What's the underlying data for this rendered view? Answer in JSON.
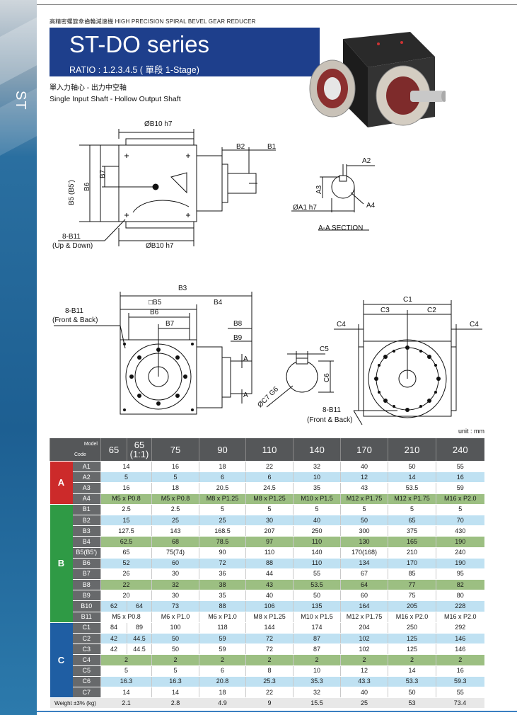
{
  "header": {
    "subtitle": "高精密螺旋傘齒輪減速機 HIGH PRECISION SPIRAL BEVEL GEAR REDUCER",
    "title": "ST-DO series",
    "ratio": "RATIO : 1.2.3.4.5 ( 單段 1-Stage)",
    "side_tab": "ST"
  },
  "description": {
    "zh": "單入力軸心 - 出力中空軸",
    "en": "Single Input Shaft - Hollow Output Shaft"
  },
  "drawing_labels": {
    "b10_top": "ØB10 h7",
    "b10_bottom": "ØB10 h7",
    "b2": "B2",
    "b1": "B1",
    "b7": "B7",
    "b6": "B6",
    "b5b5": "B5 (B5')",
    "b11_updown": "8-B11",
    "b11_updown_note": "(Up & Down)",
    "a2": "A2",
    "a3": "A3",
    "a1": "ØA1 h7",
    "a4": "A4",
    "aa_section": "A-A SECTION",
    "b3": "B3",
    "b5sq": "□B5",
    "b4": "B4",
    "b6b": "B6",
    "b7b": "B7",
    "b8": "B8",
    "b9": "B9",
    "b11_fb": "8-B11",
    "b11_fb_note": "(Front & Back)",
    "c5": "C5",
    "c6": "C6",
    "c7": "ØC7 G6",
    "c1": "C1",
    "c3": "C3",
    "c2": "C2",
    "c4l": "C4",
    "c4r": "C4",
    "b11_fb2": "8-B11",
    "b11_fb2_note": "(Front & Back)",
    "a_mark1": "A",
    "a_mark2": "A"
  },
  "unit": "unit : mm",
  "table": {
    "code_label_model": "Model",
    "code_label_code": "Code",
    "models": [
      "65",
      "65 (1:1)",
      "75",
      "90",
      "110",
      "140",
      "170",
      "210",
      "240"
    ],
    "groups": [
      {
        "name": "A",
        "rows": [
          {
            "code": "A1",
            "merged": "14",
            "vals": [
              "16",
              "18",
              "22",
              "32",
              "40",
              "50",
              "55"
            ]
          },
          {
            "code": "A2",
            "merged": "5",
            "vals": [
              "5",
              "6",
              "6",
              "10",
              "12",
              "14",
              "16"
            ]
          },
          {
            "code": "A3",
            "merged": "16",
            "vals": [
              "18",
              "20.5",
              "24.5",
              "35",
              "43",
              "53.5",
              "59"
            ]
          },
          {
            "code": "A4",
            "merged": "M5 x P0.8",
            "vals": [
              "M5 x P0.8",
              "M8 x P1.25",
              "M8 x P1.25",
              "M10 x P1.5",
              "M12 x P1.75",
              "M12 x P1.75",
              "M16 x P2.0"
            ]
          }
        ]
      },
      {
        "name": "B",
        "rows": [
          {
            "code": "B1",
            "merged": "2.5",
            "vals": [
              "2.5",
              "5",
              "5",
              "5",
              "5",
              "5",
              "5"
            ]
          },
          {
            "code": "B2",
            "merged": "15",
            "vals": [
              "25",
              "25",
              "30",
              "40",
              "50",
              "65",
              "70"
            ]
          },
          {
            "code": "B3",
            "merged": "127.5",
            "vals": [
              "143",
              "168.5",
              "207",
              "250",
              "300",
              "375",
              "430"
            ]
          },
          {
            "code": "B4",
            "merged": "62.5",
            "vals": [
              "68",
              "78.5",
              "97",
              "110",
              "130",
              "165",
              "190"
            ]
          },
          {
            "code": "B5(B5')",
            "merged": "65",
            "vals": [
              "75(74)",
              "90",
              "110",
              "140",
              "170(168)",
              "210",
              "240"
            ]
          },
          {
            "code": "B6",
            "merged": "52",
            "vals": [
              "60",
              "72",
              "88",
              "110",
              "134",
              "170",
              "190"
            ]
          },
          {
            "code": "B7",
            "merged": "26",
            "vals": [
              "30",
              "36",
              "44",
              "55",
              "67",
              "85",
              "95"
            ]
          },
          {
            "code": "B8",
            "merged": "22",
            "vals": [
              "32",
              "38",
              "43",
              "53.5",
              "64",
              "77",
              "82"
            ]
          },
          {
            "code": "B9",
            "merged": "20",
            "vals": [
              "30",
              "35",
              "40",
              "50",
              "60",
              "75",
              "80"
            ]
          },
          {
            "code": "B10",
            "split": [
              "62",
              "64"
            ],
            "vals": [
              "73",
              "88",
              "106",
              "135",
              "164",
              "205",
              "228"
            ]
          },
          {
            "code": "B11",
            "merged": "M5 x P0.8",
            "vals": [
              "M6 x P1.0",
              "M6 x P1.0",
              "M8 x P1.25",
              "M10 x P1.5",
              "M12 x P1.75",
              "M16 x P2.0",
              "M16 x P2.0"
            ]
          }
        ]
      },
      {
        "name": "C",
        "rows": [
          {
            "code": "C1",
            "split": [
              "84",
              "89"
            ],
            "vals": [
              "100",
              "118",
              "144",
              "174",
              "204",
              "250",
              "292"
            ]
          },
          {
            "code": "C2",
            "split": [
              "42",
              "44.5"
            ],
            "vals": [
              "50",
              "59",
              "72",
              "87",
              "102",
              "125",
              "146"
            ]
          },
          {
            "code": "C3",
            "split": [
              "42",
              "44.5"
            ],
            "vals": [
              "50",
              "59",
              "72",
              "87",
              "102",
              "125",
              "146"
            ]
          },
          {
            "code": "C4",
            "merged": "2",
            "vals": [
              "2",
              "2",
              "2",
              "2",
              "2",
              "2",
              "2"
            ]
          },
          {
            "code": "C5",
            "merged": "5",
            "vals": [
              "5",
              "6",
              "8",
              "10",
              "12",
              "14",
              "16"
            ]
          },
          {
            "code": "C6",
            "merged": "16.3",
            "vals": [
              "16.3",
              "20.8",
              "25.3",
              "35.3",
              "43.3",
              "53.3",
              "59.3"
            ]
          },
          {
            "code": "C7",
            "merged": "14",
            "vals": [
              "14",
              "18",
              "22",
              "32",
              "40",
              "50",
              "55"
            ]
          }
        ]
      }
    ],
    "weight": {
      "label": "Weight ±3% (kg)",
      "merged": "2.1",
      "vals": [
        "2.8",
        "4.9",
        "9",
        "15.5",
        "25",
        "53",
        "73.4"
      ]
    }
  }
}
